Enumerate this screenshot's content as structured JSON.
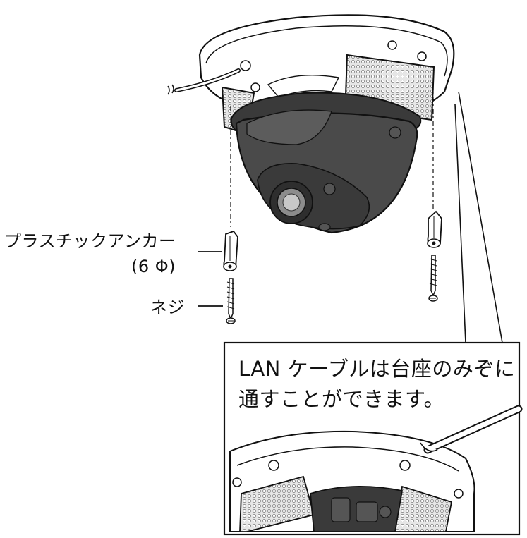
{
  "labels": {
    "plastic_anchor": "プラスチックアンカー",
    "anchor_size": "(6 Φ)",
    "screw": "ネジ"
  },
  "callout": {
    "line1": "LAN ケーブルは台座のみぞに",
    "line2": "通すことができます。"
  },
  "colors": {
    "line": "#111111",
    "dome": "#4a4a4a",
    "dome_dark": "#2e2e2e",
    "base": "#ffffff",
    "grip": "#d9d9d9"
  }
}
